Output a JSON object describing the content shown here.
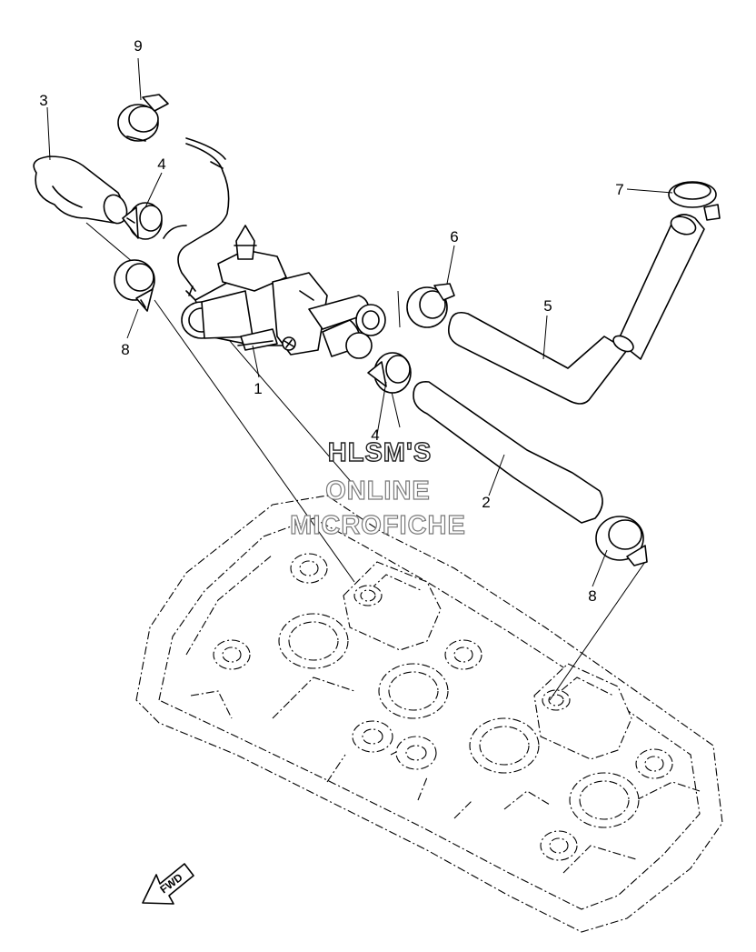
{
  "watermark": {
    "line1": "HLSM'S",
    "line2": "ONLINE",
    "line3": "MICROFICHE"
  },
  "direction_label": "FWD",
  "callouts": {
    "c9": "9",
    "c3": "3",
    "c4a": "4",
    "c8a": "8",
    "c1": "1",
    "c4b": "4",
    "c6": "6",
    "c7": "7",
    "c5": "5",
    "c2": "2",
    "c8b": "8"
  }
}
